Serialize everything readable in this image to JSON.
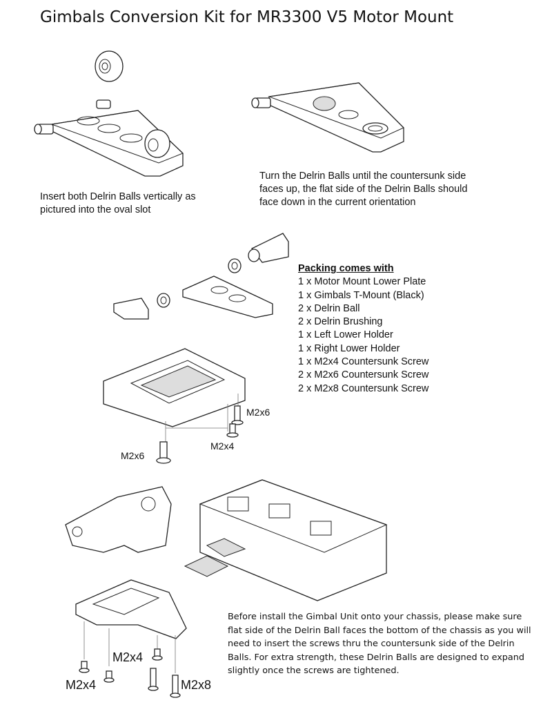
{
  "title": "Gimbals Conversion Kit for MR3300 V5 Motor Mount",
  "steps": {
    "insert_balls": "Insert both Delrin Balls vertically as pictured into the oval slot",
    "turn_balls": "Turn the Delrin Balls until the countersunk side faces up, the flat side of the Delrin Balls should face down in the current orientation"
  },
  "packing": {
    "header": "Packing comes with",
    "items": [
      "1 x Motor Mount Lower Plate",
      "1 x Gimbals T-Mount (Black)",
      "2 x Delrin Ball",
      "2 x Delrin Brushing",
      "1 x Left Lower Holder",
      "1 x Right Lower Holder",
      "1 x M2x4 Countersunk Screw",
      "2 x M2x6 Countersunk Screw",
      "2 x M2x8 Countersunk Screw"
    ]
  },
  "plate_labels": {
    "screw_right_top": "M2x6",
    "screw_right_bottom": "M2x4",
    "screw_left": "M2x6"
  },
  "assembly_labels": {
    "m2x4_center": "M2x4",
    "m2x4_left": "M2x4",
    "m2x8": "M2x8"
  },
  "final_note": "Before install the Gimbal Unit onto your chassis, please make sure flat side of the Delrin Ball faces the bottom of the chassis as you will need to insert the screws thru the countersunk side of the Delrin Balls.  For extra strength, these Delrin Balls are designed to expand slightly once the screws are tightened."
}
